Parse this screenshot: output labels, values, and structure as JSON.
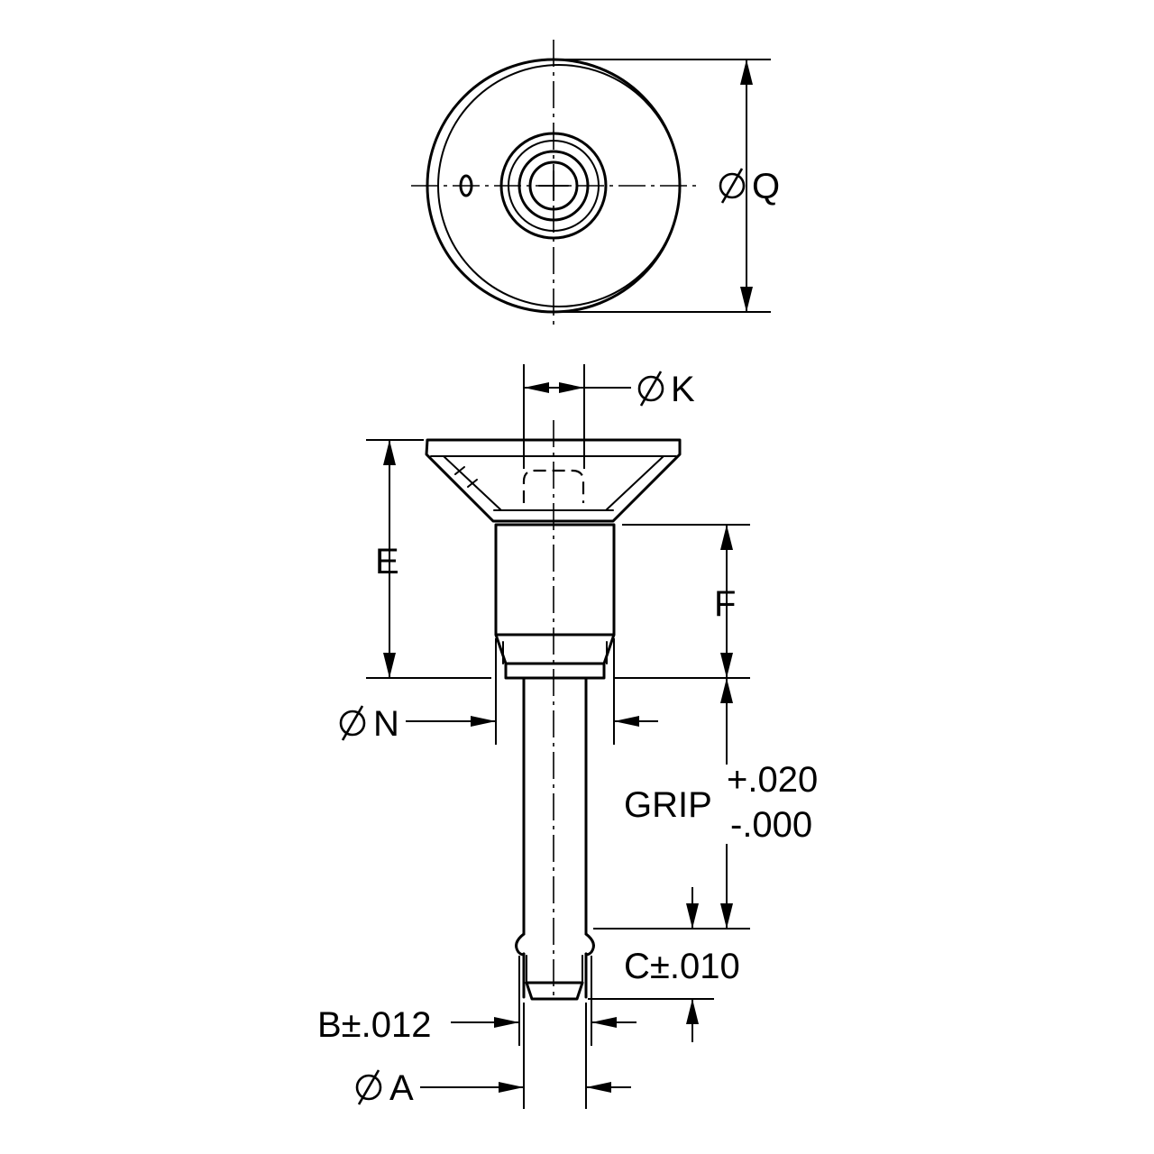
{
  "dimensions": {
    "q": "Q",
    "k": "K",
    "e": "E",
    "f": "F",
    "n": "N",
    "grip": "GRIP",
    "grip_plus": "+.020",
    "grip_minus": "-.000",
    "c": "C±.010",
    "b": "B±.012",
    "a": "A"
  },
  "colors": {
    "line": "#000000",
    "background": "#ffffff"
  },
  "icons": {
    "diameter": "diameter-symbol"
  }
}
